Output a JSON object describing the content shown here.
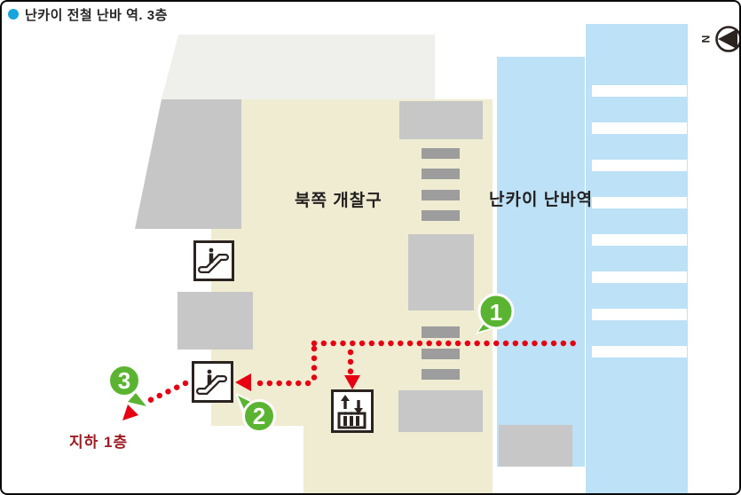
{
  "page": {
    "title": "난카이 전철 난바 역. 3층"
  },
  "map": {
    "labels": {
      "north_gate": "북쪽 개찰구",
      "station": "난카이 난바역",
      "basement": "지하 1층"
    },
    "steps": [
      {
        "label": "1"
      },
      {
        "label": "2"
      },
      {
        "label": "3"
      }
    ],
    "compass": {
      "north_letter": "N"
    },
    "icons": {
      "escalator_upper": "escalator-icon",
      "escalator_lower": "escalator-icon",
      "elevator": "elevator-icon",
      "compass": "north-compass-icon"
    },
    "colors": {
      "route_red": "#e60012",
      "step_green": "#5ab431",
      "platform_blue": "#bde1f6",
      "floor_beige": "#f0ecd2",
      "building_light_gray": "#efefec",
      "structure_gray": "#c7c7c7",
      "gate_gray": "#9d9d9d",
      "title_bullet_blue": "#18a5dc",
      "basement_text_red": "#9d1c23",
      "outline_dark": "#2a2320"
    }
  }
}
